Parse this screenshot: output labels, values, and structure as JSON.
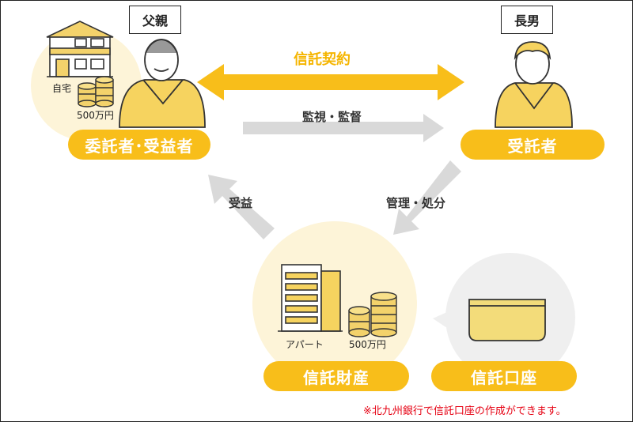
{
  "people": {
    "father": "父親",
    "eldest_son": "長男"
  },
  "roles": {
    "settlor_beneficiary": "委託者･受益者",
    "trustee": "受託者",
    "trust_property": "信託財産",
    "trust_account": "信託口座"
  },
  "arrows": {
    "trust_contract": "信託契約",
    "monitoring": "監視・監督",
    "management": "管理・処分",
    "benefit": "受益"
  },
  "assets": {
    "home": "自宅",
    "cash_father": "500万円",
    "apartment": "アパート",
    "cash_property": "500万円"
  },
  "footnote": "※北九州銀行で信託口座の作成ができます。",
  "colors": {
    "accent": "#F8BE1A",
    "circle": "#FDF4D8",
    "gray_arrow": "#D9D9D9",
    "note": "#e60012"
  }
}
